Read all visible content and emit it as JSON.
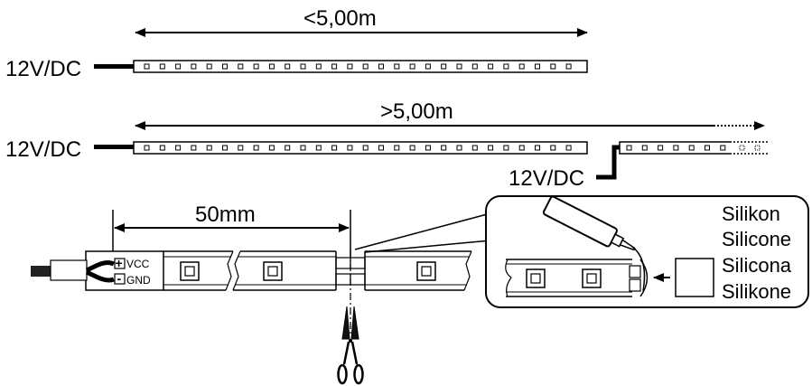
{
  "top_strip": {
    "length_label": "<5,00m",
    "power_label": "12V/DC"
  },
  "middle_strip": {
    "length_label": ">5,00m",
    "power_label": "12V/DC",
    "second_power_label": "12V/DC"
  },
  "detail": {
    "cut_distance_label": "50mm",
    "connector_plus": "+",
    "connector_vcc": "VCC",
    "connector_minus": "-",
    "connector_gnd": "GND"
  },
  "sealant": {
    "labels": [
      "Silikon",
      "Silicone",
      "Silicona",
      "Silikone"
    ]
  },
  "colors": {
    "line": "#000000",
    "background": "#ffffff"
  }
}
